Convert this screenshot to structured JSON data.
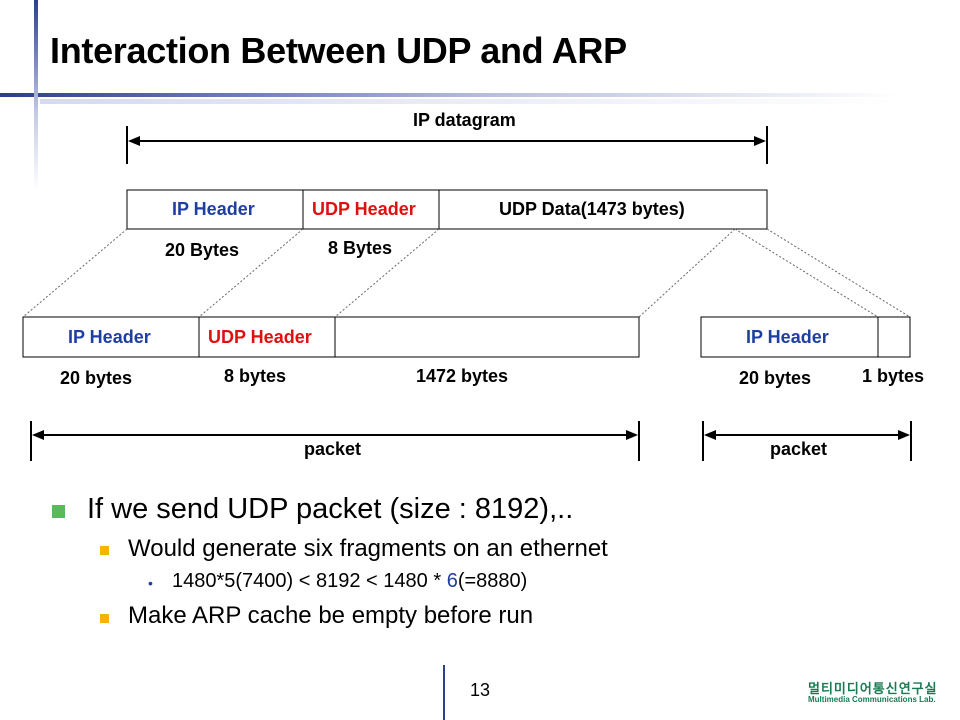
{
  "slide": {
    "title": "Interaction Between UDP and ARP",
    "page_number": "13",
    "logo_korean": "멀티미디어통신연구실",
    "logo_english": "Multimedia Communications Lab."
  },
  "diagram": {
    "ip_datagram_label": "IP datagram",
    "top_row": {
      "ip_header": "IP Header",
      "udp_header": "UDP Header",
      "udp_data": "UDP Data(1473 bytes)",
      "ip_header_size": "20 Bytes",
      "udp_header_size": "8 Bytes"
    },
    "fragment1": {
      "ip_header": "IP Header",
      "udp_header": "UDP Header",
      "ip_header_size": "20 bytes",
      "udp_header_size": "8 bytes",
      "data_size": "1472 bytes",
      "packet_label": "packet"
    },
    "fragment2": {
      "ip_header": "IP Header",
      "ip_header_size": "20 bytes",
      "data_size": "1 bytes",
      "packet_label": "packet"
    }
  },
  "bullets": {
    "level1": "If we send UDP packet (size : 8192),..",
    "level2_a": "Would generate six fragments on an ethernet",
    "level3_prefix": "1480*5(7400) < 8192 < 1480 * ",
    "level3_highlight": "6",
    "level3_suffix": "(=8880)",
    "level2_b": "Make ARP cache be empty before run"
  },
  "colors": {
    "header_blue": "#1f3fa0",
    "udp_red": "#e01010",
    "bullet_green": "#5cb85c",
    "bullet_orange": "#f5b400",
    "bullet_blue": "#1f3fa0",
    "accent_navy": "#2b3e8f"
  }
}
